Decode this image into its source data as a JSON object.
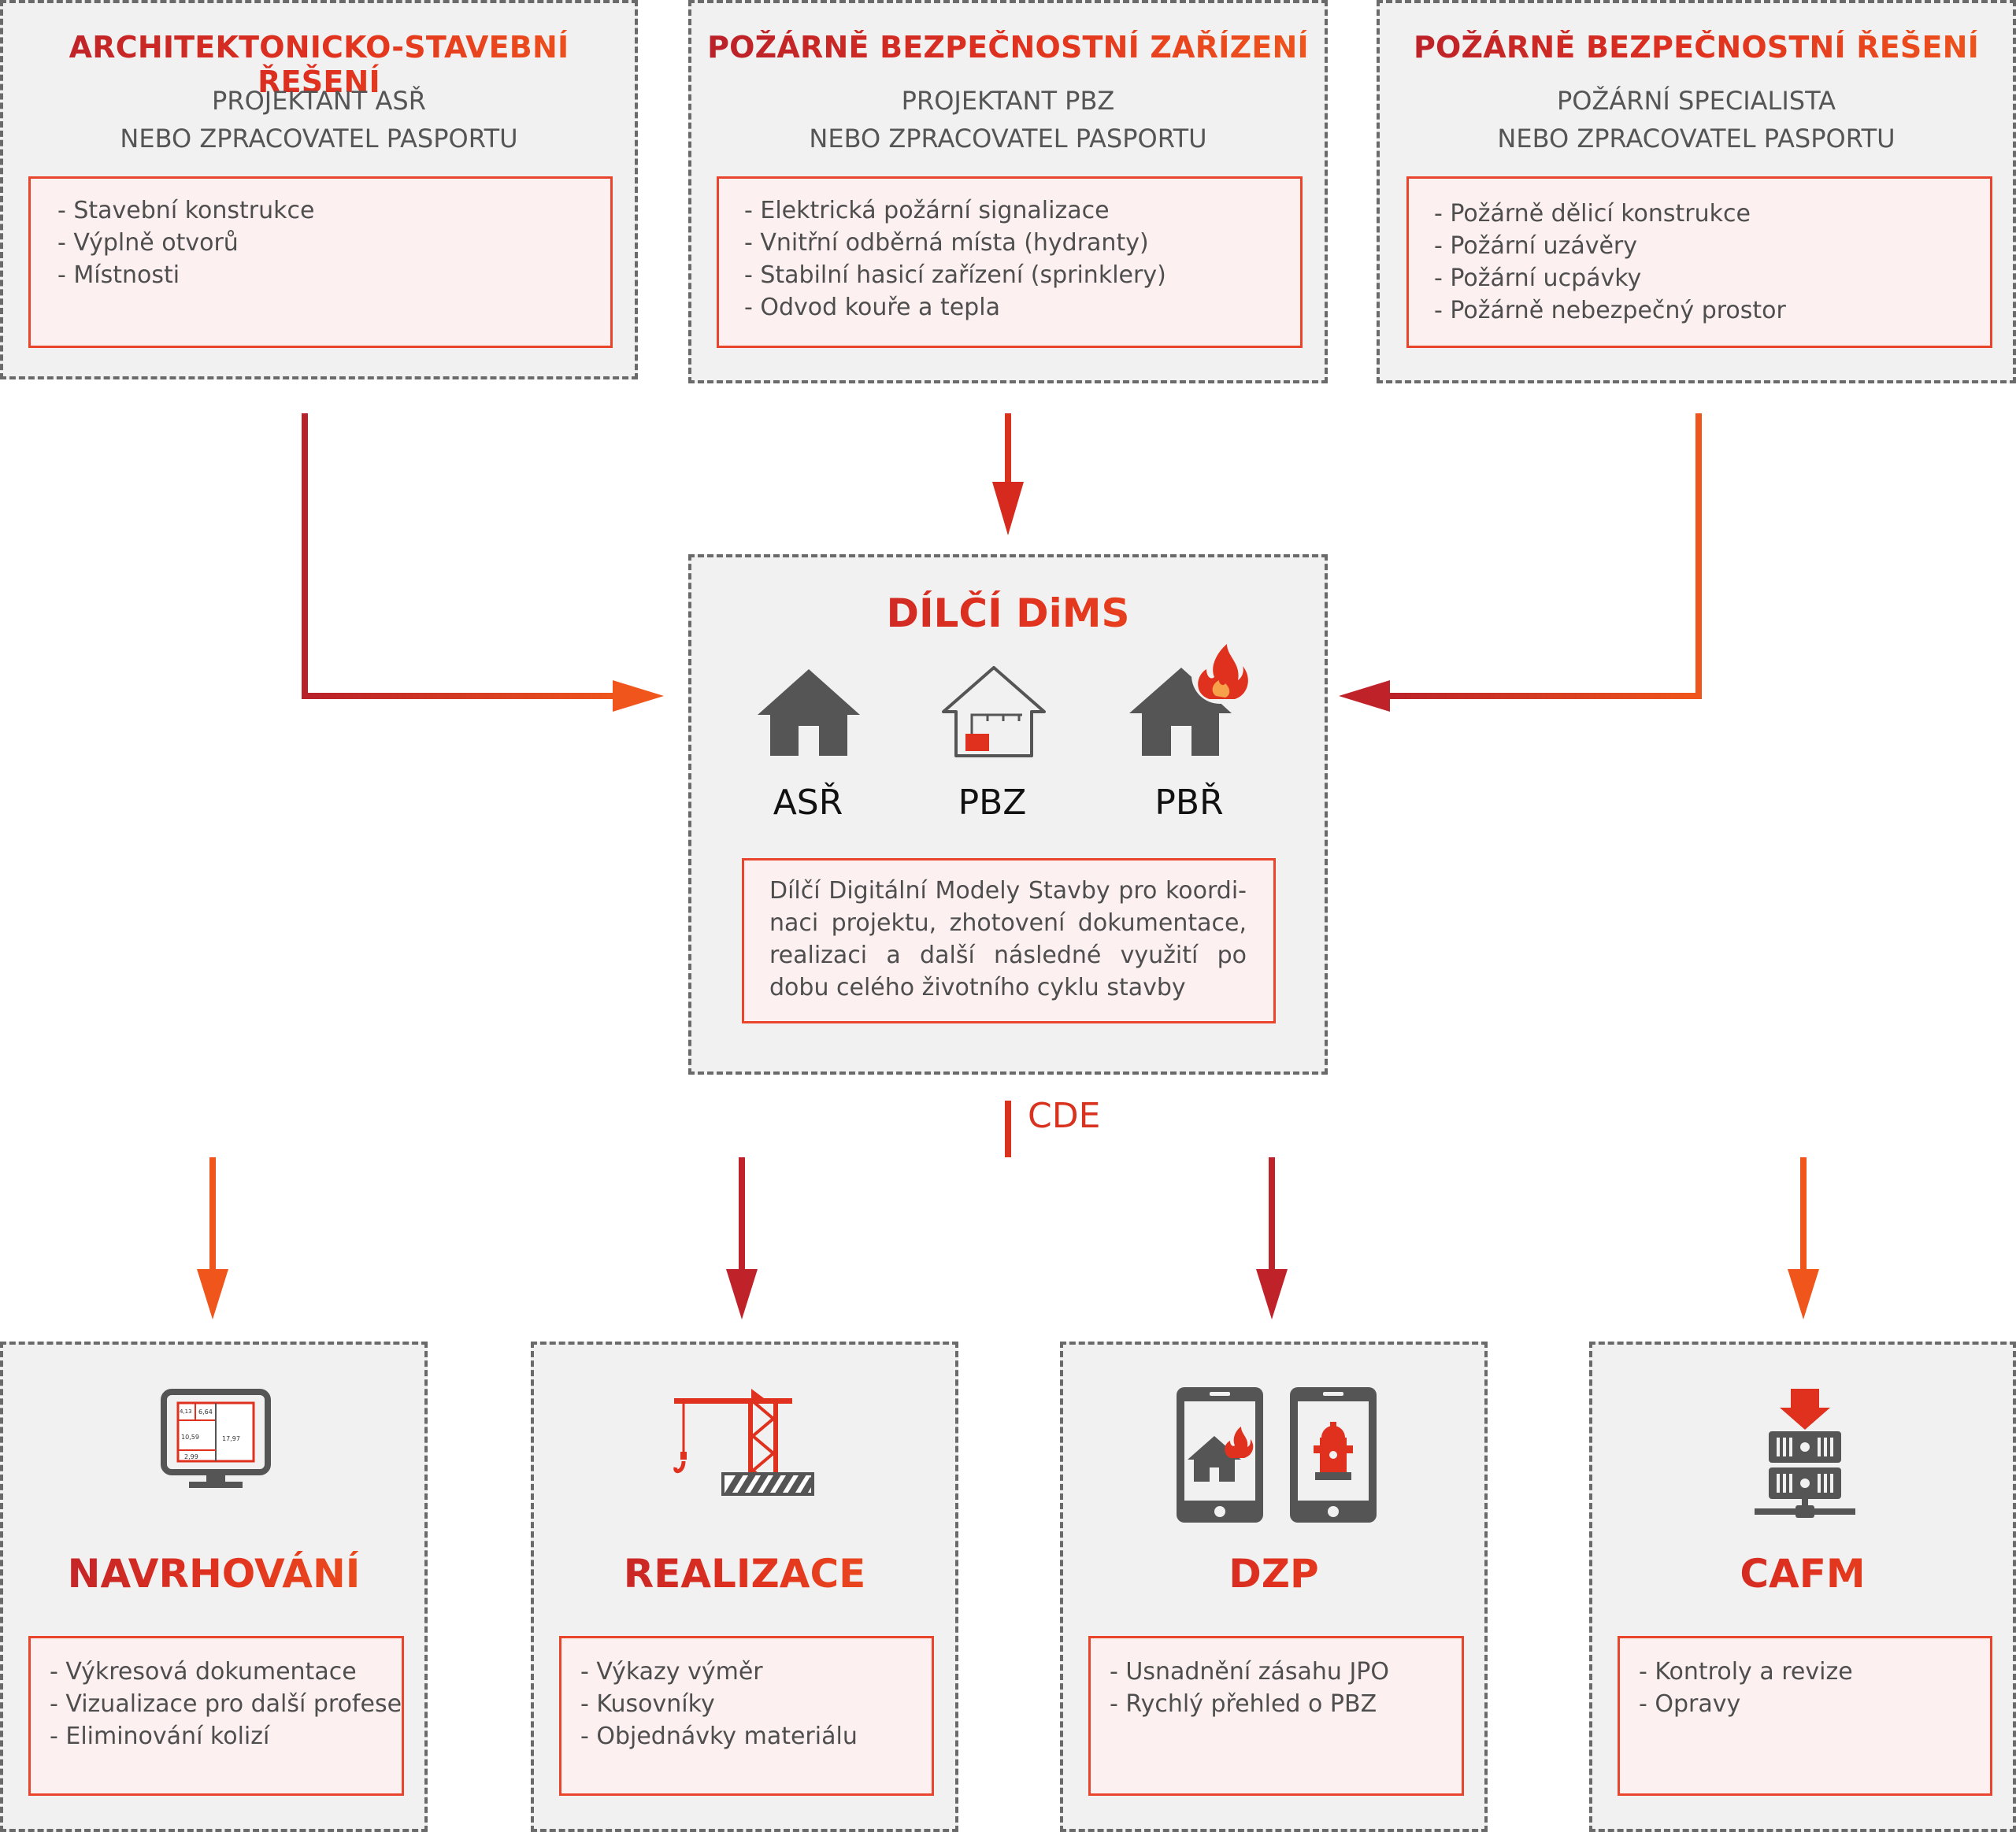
{
  "colors": {
    "accent_dark": "#b8202a",
    "accent_mid": "#e0311f",
    "accent_light": "#f0561c",
    "icon_gray": "#555555",
    "box_bg": "#f1f1f1",
    "inner_bg": "#fdf0f0"
  },
  "top": [
    {
      "title": "ARCHITEKTONICKO-STAVEBNÍ ŘEŠENÍ",
      "role_line1": "PROJEKTANT ASŘ",
      "role_line2": "NEBO ZPRACOVATEL PASPORTU",
      "items": [
        "- Stavební konstrukce",
        "- Výplně otvorů",
        "- Místnosti"
      ]
    },
    {
      "title": "POŽÁRNĚ BEZPEČNOSTNÍ ZAŘÍZENÍ",
      "role_line1": "PROJEKTANT PBZ",
      "role_line2": "NEBO ZPRACOVATEL PASPORTU",
      "items": [
        "- Elektrická požární signalizace",
        "- Vnitřní odběrná místa (hydranty)",
        "- Stabilní hasicí zařízení (sprinklery)",
        "- Odvod kouře a tepla"
      ]
    },
    {
      "title": "POŽÁRNĚ BEZPEČNOSTNÍ ŘEŠENÍ",
      "role_line1": "POŽÁRNÍ SPECIALISTA",
      "role_line2": "NEBO ZPRACOVATEL PASPORTU",
      "items": [
        "- Požárně dělicí konstrukce",
        "- Požární uzávěry",
        "- Požární ucpávky",
        "- Požárně nebezpečný prostor"
      ]
    }
  ],
  "center": {
    "title": "DÍLČÍ DiMS",
    "icons": [
      {
        "label": "ASŘ",
        "icon": "house-icon"
      },
      {
        "label": "PBZ",
        "icon": "house-outline-sprinkler-icon"
      },
      {
        "label": "PBŘ",
        "icon": "house-fire-icon"
      }
    ],
    "description": "Dílčí Digitální Modely Stavby pro koordi- naci projektu, zhotovení dokumentace, realizaci a další následné využití po dobu celého životního cyklu stavby"
  },
  "cde_label": "CDE",
  "bottom": [
    {
      "title": "NAVRHOVÁNÍ",
      "icon": "monitor-floorplan-icon",
      "plan_values": [
        "4,13",
        "6,64",
        "10,59",
        "17,97",
        "2,99"
      ],
      "items": [
        "- Výkresová dokumentace",
        "- Vizualizace pro další profese",
        "- Eliminování kolizí"
      ]
    },
    {
      "title": "REALIZACE",
      "icon": "crane-icon",
      "items": [
        "- Výkazy výměr",
        "- Kusovníky",
        "- Objednávky materiálu"
      ]
    },
    {
      "title": "DZP",
      "icon": "tablets-icon",
      "items": [
        "- Usnadnění zásahu JPO",
        "- Rychlý přehled o PBZ"
      ]
    },
    {
      "title": "CAFM",
      "icon": "server-download-icon",
      "items": [
        "- Kontroly a revize",
        "- Opravy"
      ]
    }
  ]
}
